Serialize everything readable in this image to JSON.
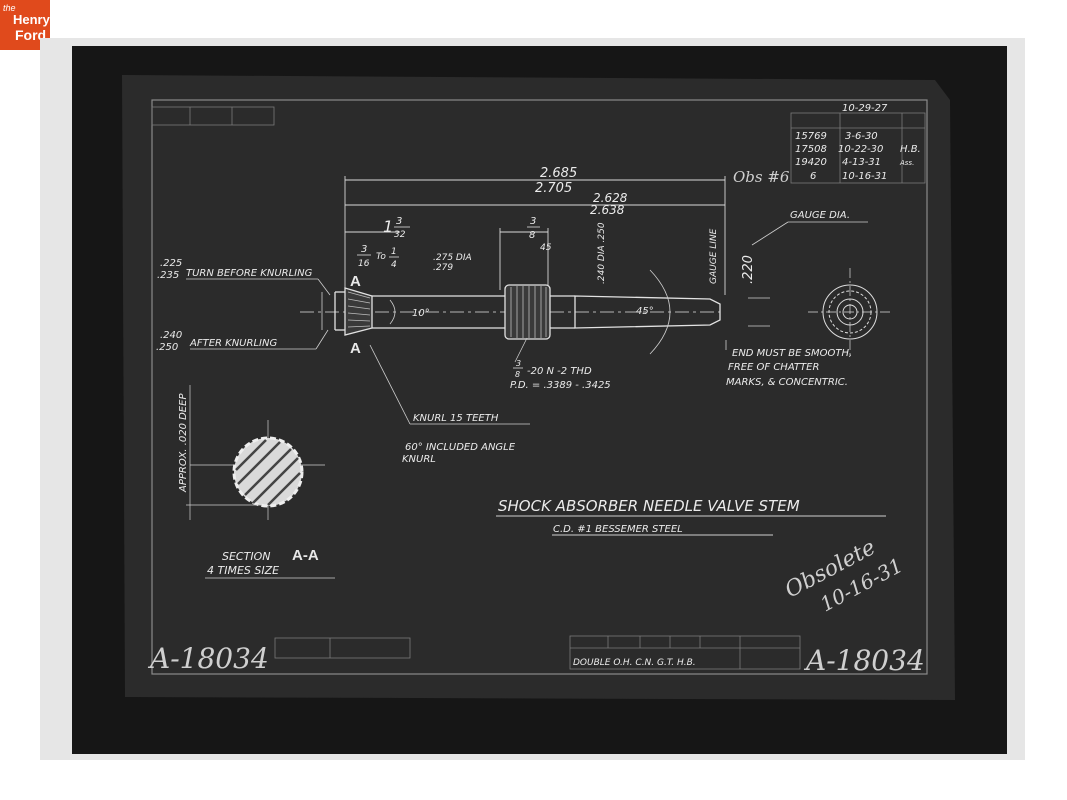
{
  "logo": {
    "the": "the",
    "line1": "Henry",
    "line2": "Ford"
  },
  "title": "SHOCK ABSORBER NEEDLE VALVE STEM",
  "material": "C.D. #1 BESSEMER STEEL",
  "drawing_number_left": "A-18034",
  "drawing_number_right": "A-18034",
  "date": "10-29-27",
  "revisions": [
    {
      "number": "15769",
      "date": "3-6-30",
      "initials": ""
    },
    {
      "number": "17508",
      "date": "10-22-30",
      "initials": "H.B."
    },
    {
      "number": "19420",
      "date": "4-13-31",
      "initials": "Ass."
    },
    {
      "number": "6",
      "date": "10-16-31",
      "initials": ""
    }
  ],
  "pencil_note_top": "Obs #6",
  "pencil_note_obsolete": "Obsolete",
  "pencil_note_obsolete_date": "10-16-31",
  "dims": {
    "overall_top": "2.685",
    "overall_bottom": "2.705",
    "gauge_top": "2.628",
    "gauge_bottom": "2.638",
    "left_whole": "1",
    "left_num": "3",
    "left_den": "32",
    "thread_pos_num": "3",
    "thread_pos_den": "8",
    "knurl_len_num": "3",
    "knurl_len_den": "16",
    "to_whole": "To",
    "to_num": "1",
    "to_den": "4",
    "dia_top": ".275 DIA",
    "dia_bottom": ".279",
    "thread_dia": ".240 DIA .250",
    "chamfer": "45",
    "gauge_line": "GAUGE LINE",
    "gauge_dia_value": ".220",
    "gauge_dia_label": "GAUGE DIA.",
    "turn_top": ".225",
    "turn_bottom": ".235",
    "turn_label": "TURN BEFORE KNURLING",
    "after_top": ".240",
    "after_bottom": ".250",
    "after_label": "AFTER KNURLING",
    "angle_small": "10°",
    "angle_tip": "45°",
    "thread_whole": "3",
    "thread_den": "8",
    "thread_spec": "-20 N -2 THD",
    "pitch_dia": "P.D. = .3389 - .3425",
    "section_marker_top": "A",
    "section_marker_bottom": "A"
  },
  "notes": {
    "end_line1": "END MUST BE SMOOTH,",
    "end_line2": "FREE OF CHATTER",
    "end_line3": "MARKS, & CONCENTRIC.",
    "knurl_teeth": "KNURL 15 TEETH",
    "knurl_angle_line1": "60° INCLUDED ANGLE",
    "knurl_angle_line2": "KNURL"
  },
  "section": {
    "label_prefix": "SECTION",
    "label_letters": "A-A",
    "scale": "4 TIMES SIZE",
    "depth": "APPROX. .020 DEEP"
  },
  "title_block_footer": "DOUBLE O.H. C.N. G.T. H.B."
}
